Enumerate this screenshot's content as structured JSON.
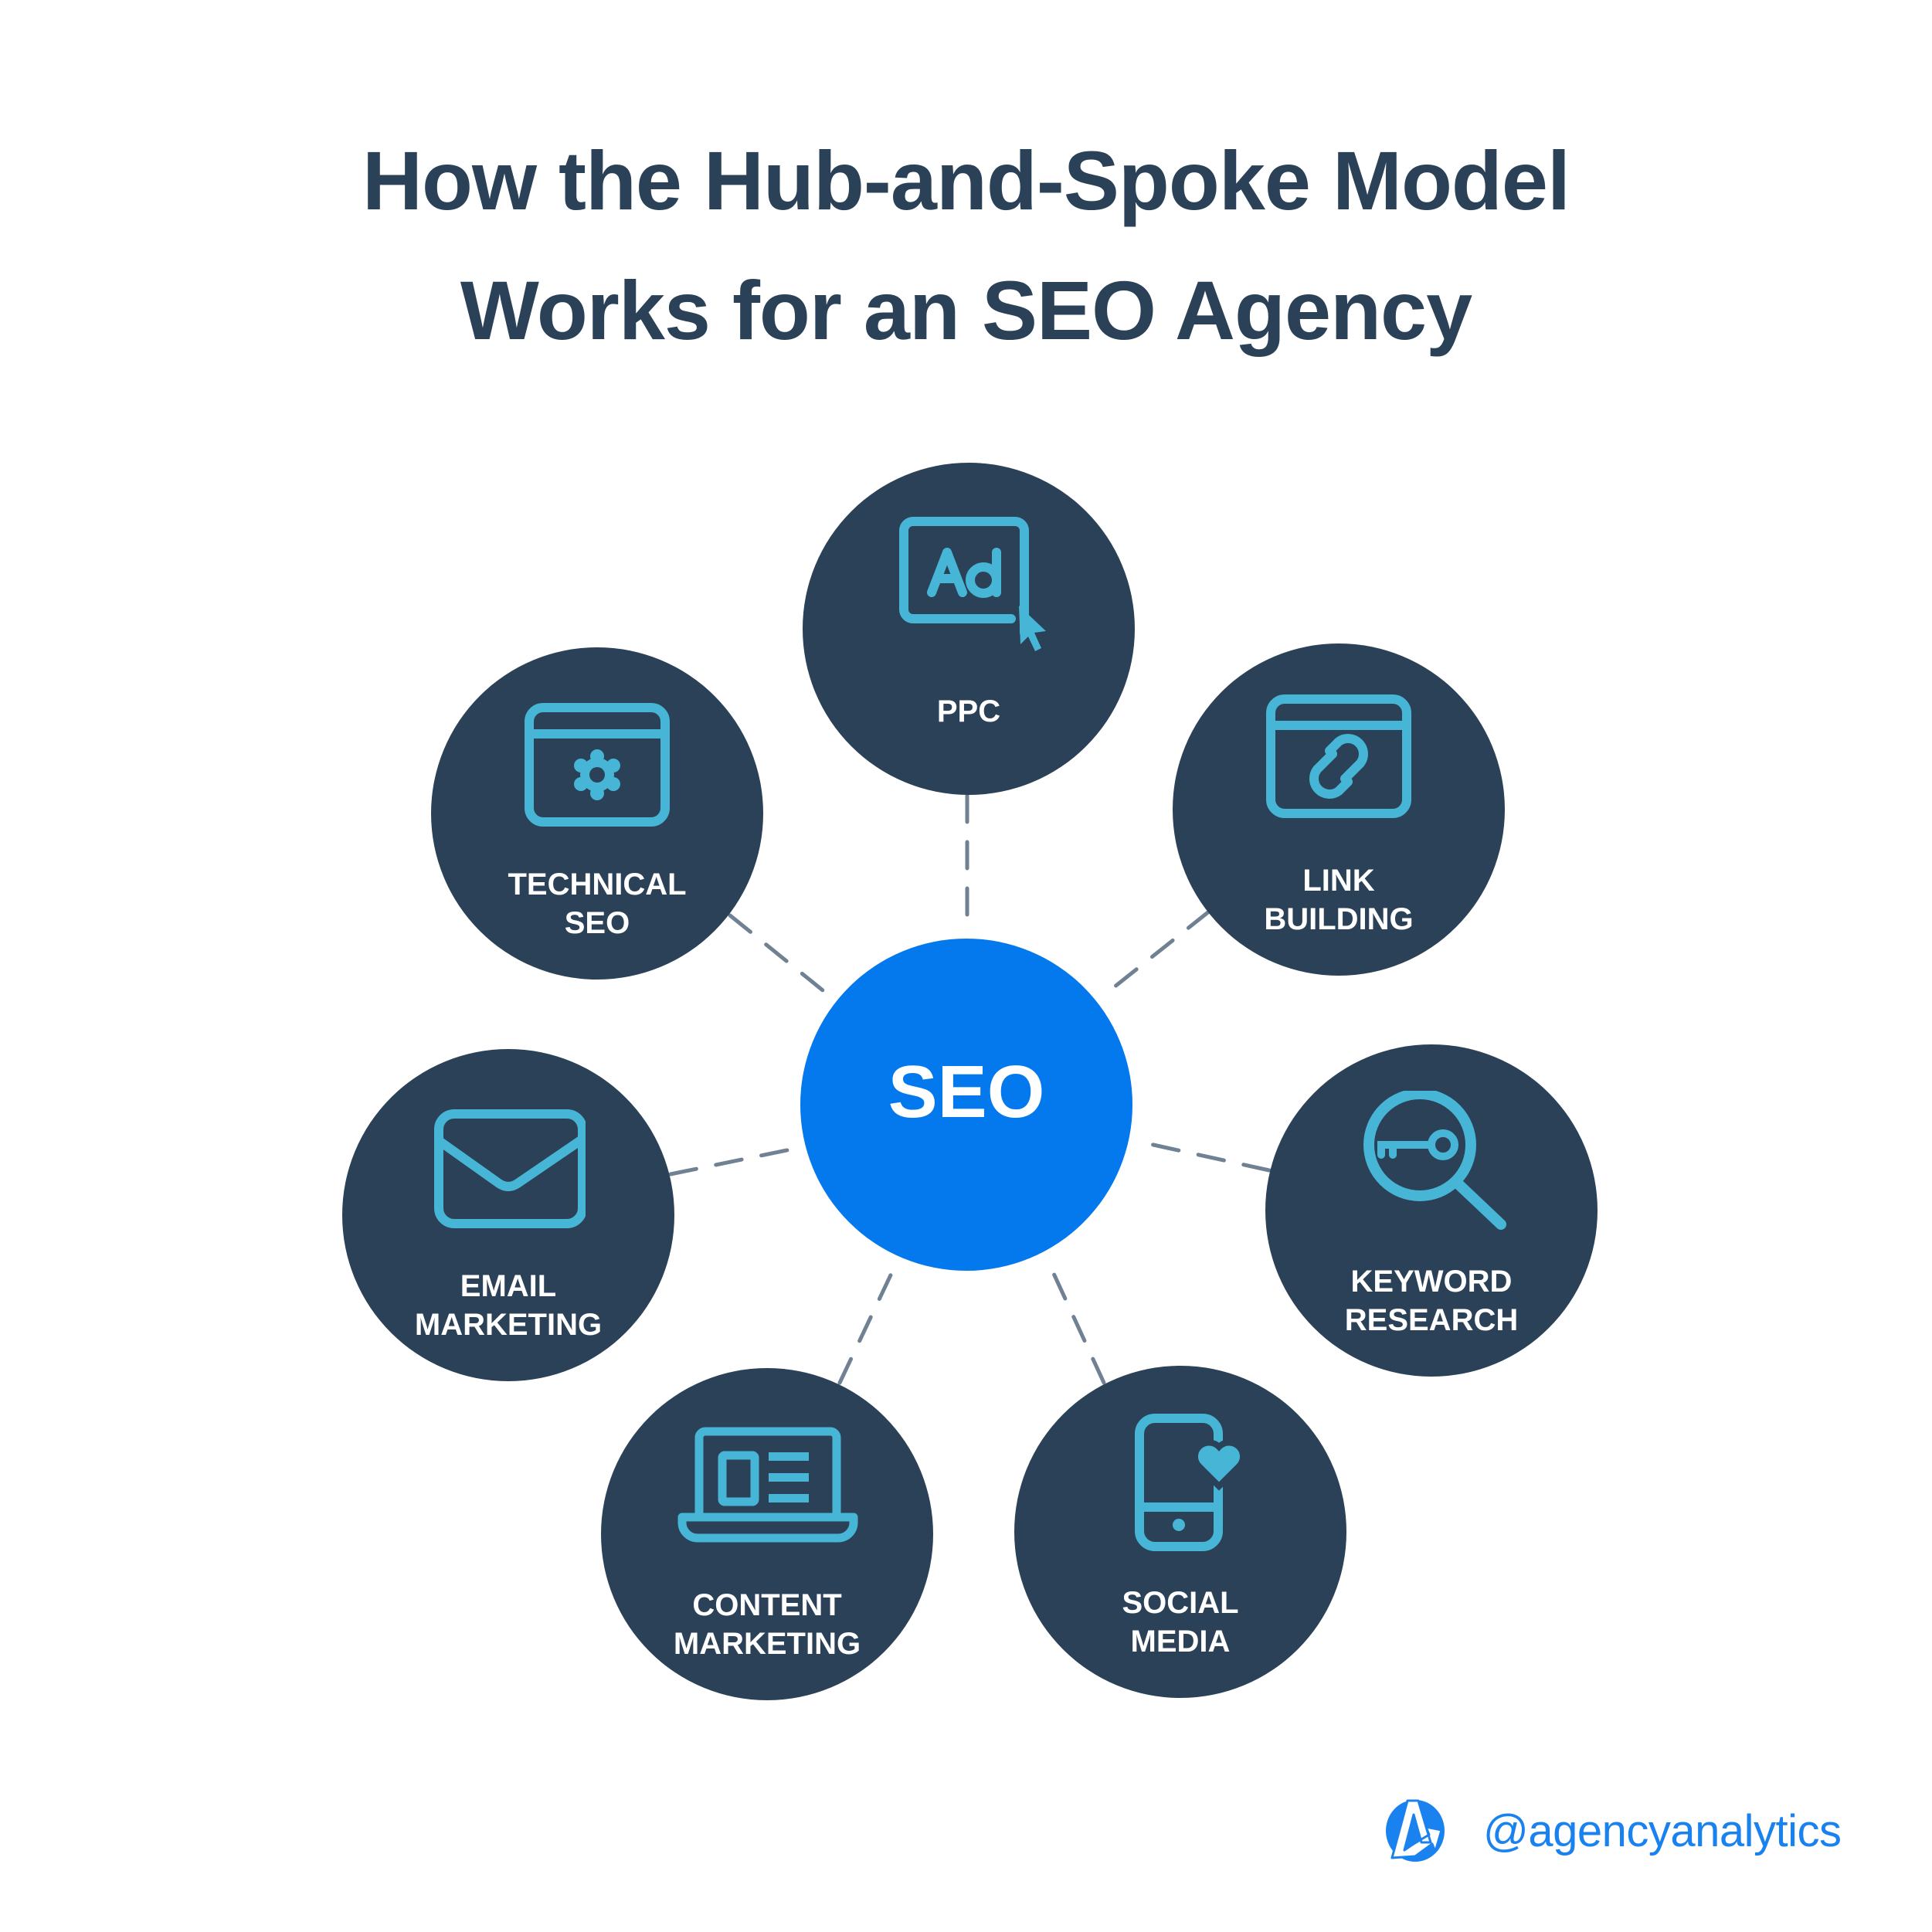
{
  "title": {
    "line1": "How the Hub-and-Spoke Model",
    "line2": "Works for an SEO Agency"
  },
  "hub": {
    "label": "SEO",
    "color": "#0479ee"
  },
  "spokes": [
    {
      "id": "ppc",
      "line1": "PPC",
      "line2": "",
      "icon": "ad-click-icon"
    },
    {
      "id": "technical-seo",
      "line1": "TECHNICAL",
      "line2": "SEO",
      "icon": "browser-gear-icon"
    },
    {
      "id": "link-building",
      "line1": "LINK",
      "line2": "BUILDING",
      "icon": "browser-link-icon"
    },
    {
      "id": "email-marketing",
      "line1": "EMAIL",
      "line2": "MARKETING",
      "icon": "envelope-icon"
    },
    {
      "id": "keyword-research",
      "line1": "KEYWORD",
      "line2": "RESEARCH",
      "icon": "magnifier-key-icon"
    },
    {
      "id": "content-marketing",
      "line1": "CONTENT",
      "line2": "MARKETING",
      "icon": "laptop-article-icon"
    },
    {
      "id": "social-media",
      "line1": "SOCIAL",
      "line2": "MEDIA",
      "icon": "phone-heart-icon"
    }
  ],
  "colors": {
    "title": "#2a4158",
    "spoke_fill": "#2b4158",
    "icon_stroke": "#47b5d6",
    "connector": "#6f8192",
    "brand": "#1a82ef"
  },
  "footer": {
    "handle": "@agencyanalytics",
    "logo": "agencyanalytics-logo-icon"
  }
}
